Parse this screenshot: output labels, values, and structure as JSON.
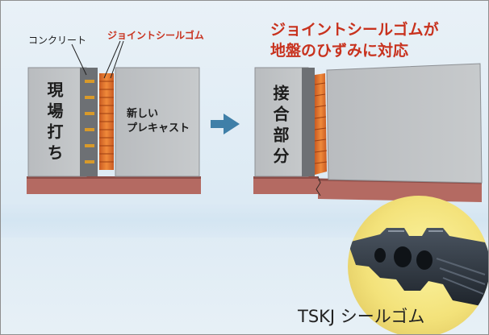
{
  "left_diagram": {
    "concrete_label": "コンクリート",
    "gasket_label": "ジョイントシールゴム",
    "cast_in_place": "現場打ち",
    "precast_line1": "新しい",
    "precast_line2": "プレキャスト"
  },
  "right_diagram": {
    "headline_line1": "ジョイントシールゴムが",
    "headline_line2": "地盤のひずみに対応",
    "joint_part": "接合部分"
  },
  "photo": {
    "caption": "TSKJ シールゴム"
  },
  "colors": {
    "accent_red": "#c8321e",
    "gasket_orange": "#e0712c",
    "ground": "#b46a62",
    "arrow": "#3f7fa8"
  }
}
